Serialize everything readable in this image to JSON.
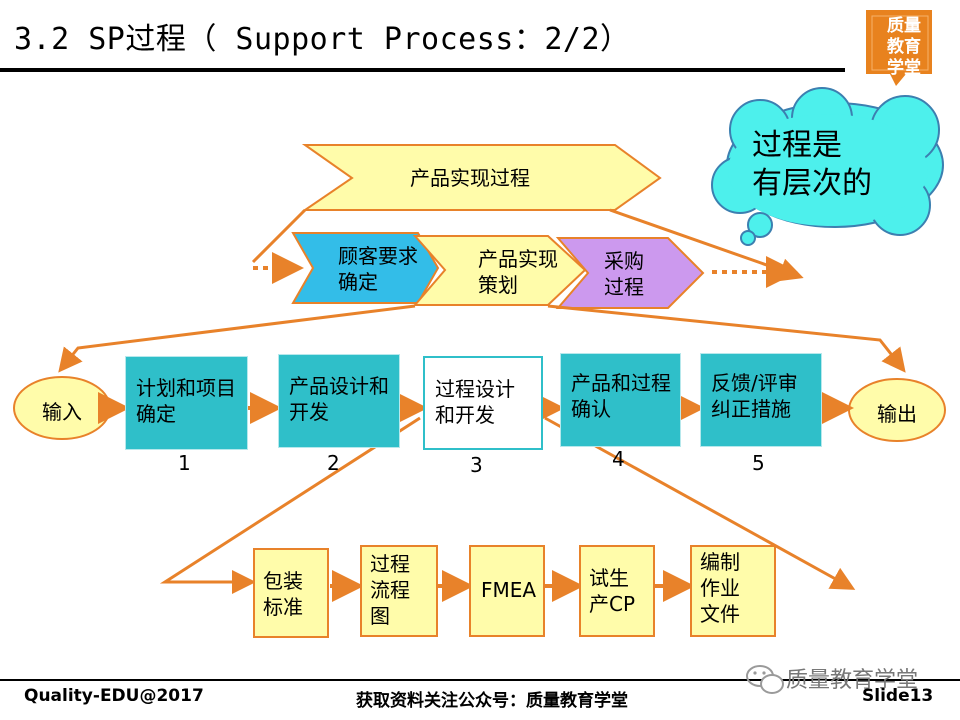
{
  "title": "3.2 SP过程（ Support  Process：2/2）",
  "logo": {
    "line1": "质量",
    "line2": "教育",
    "line3": "学堂"
  },
  "top_chevron": {
    "label": "产品实现过程"
  },
  "sub_chevrons": [
    {
      "label": "顾客要求确定"
    },
    {
      "label": "产品实现策划"
    },
    {
      "label": "采购过程"
    }
  ],
  "io": {
    "input": "输入",
    "output": "输出"
  },
  "steps": [
    {
      "label": "计划和项目确定",
      "number": "1"
    },
    {
      "label": "产品设计和开发",
      "number": "2"
    },
    {
      "label": "过程设计和开发",
      "number": "3"
    },
    {
      "label": "产品和过程确认",
      "number": "4"
    },
    {
      "label": "反馈/评审纠正措施",
      "number": "5"
    }
  ],
  "outputs": [
    {
      "label": "包装标准"
    },
    {
      "label": "过程流程图"
    },
    {
      "label": "FMEA"
    },
    {
      "label": "试生产CP"
    },
    {
      "label": "编制作业文件"
    }
  ],
  "cloud": {
    "line1": "过程是",
    "line2": "有层次的"
  },
  "footer": {
    "left": "Quality-EDU@2017",
    "center": "获取资料关注公众号：质量教育学堂",
    "right": "Slide13"
  },
  "watermark": "质量教育学堂",
  "colors": {
    "orange": "#e8822a",
    "teal": "#2fbfc9",
    "light_yellow": "#fffcaa",
    "blue_chevron": "#33bde8",
    "purple_chevron": "#cc99ee",
    "cloud": "#4df0ec"
  }
}
